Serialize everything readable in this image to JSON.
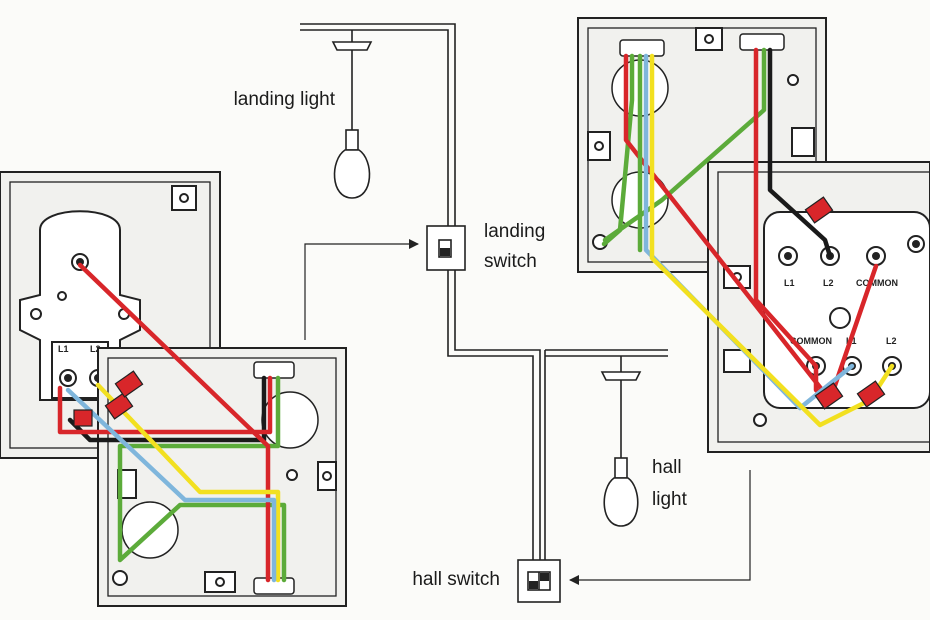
{
  "labels": {
    "landing_light": "landing light",
    "landing_switch": [
      "landing",
      "switch"
    ],
    "hall_light": [
      "hall",
      "light"
    ],
    "hall_switch": "hall switch"
  },
  "terminals": {
    "left_switch": [
      "L1",
      "L2"
    ],
    "right_switch": [
      "L1",
      "L2",
      "COMMON",
      "COMMON",
      "L1",
      "L2"
    ]
  },
  "colors": {
    "line": "#222222",
    "box_fill": "#f1f1ee",
    "wire_red": "#d8262a",
    "wire_black": "#1a1a1a",
    "wire_green": "#5cab3a",
    "wire_yellow": "#f2e020",
    "wire_blue": "#7fb6dc",
    "connector": "#d8262a"
  }
}
